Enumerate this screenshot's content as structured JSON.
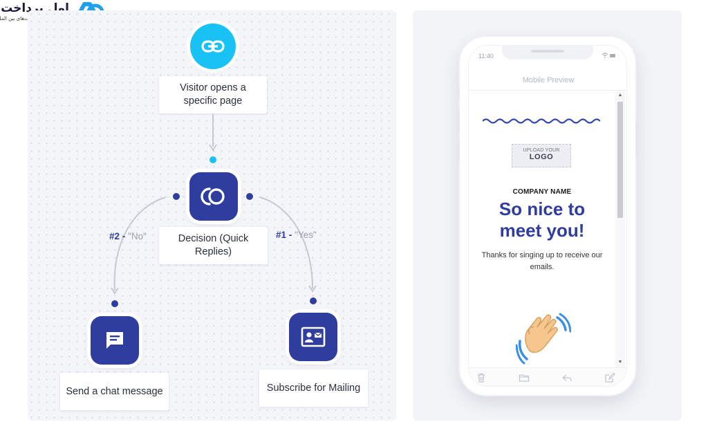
{
  "brand": {
    "name": "اول پرداخت",
    "tagline": "انتخاب اول در پرداخت‌های بین المللی",
    "colors": {
      "primary": "#1e9ff0",
      "text": "#1c1c3a"
    }
  },
  "flow": {
    "trigger": {
      "icon": "link-icon",
      "label": "Visitor opens a specific page"
    },
    "decision": {
      "icon": "quick-replies-icon",
      "label": "Decision (Quick Replies)"
    },
    "branches": [
      {
        "number": "#2",
        "separator": "-",
        "answer": "\"No\"",
        "icon": "chat-message-icon",
        "label": "Send a chat message"
      },
      {
        "number": "#1",
        "separator": "-",
        "answer": "\"Yes\"",
        "icon": "contact-card-icon",
        "label": "Subscribe for Mailing"
      }
    ],
    "colors": {
      "trigger": "#19c2f5",
      "action": "#2f3e9e",
      "connector": "#c5c9d3",
      "answer": "#9aa0ad"
    }
  },
  "preview": {
    "status_time": "11:40",
    "title": "Mobile Preview",
    "logo_placeholder": {
      "line1": "UPLOAD YOUR",
      "line2": "LOGO"
    },
    "company_name": "COMPANY NAME",
    "headline_line1": "So nice to",
    "headline_line2": "meet you!",
    "body": "Thanks for singing up to receive our emails.",
    "toolbar": [
      "trash-icon",
      "folder-icon",
      "reply-icon",
      "compose-icon"
    ],
    "colors": {
      "headline": "#2f3e9e",
      "wave": "#3346a8"
    }
  }
}
